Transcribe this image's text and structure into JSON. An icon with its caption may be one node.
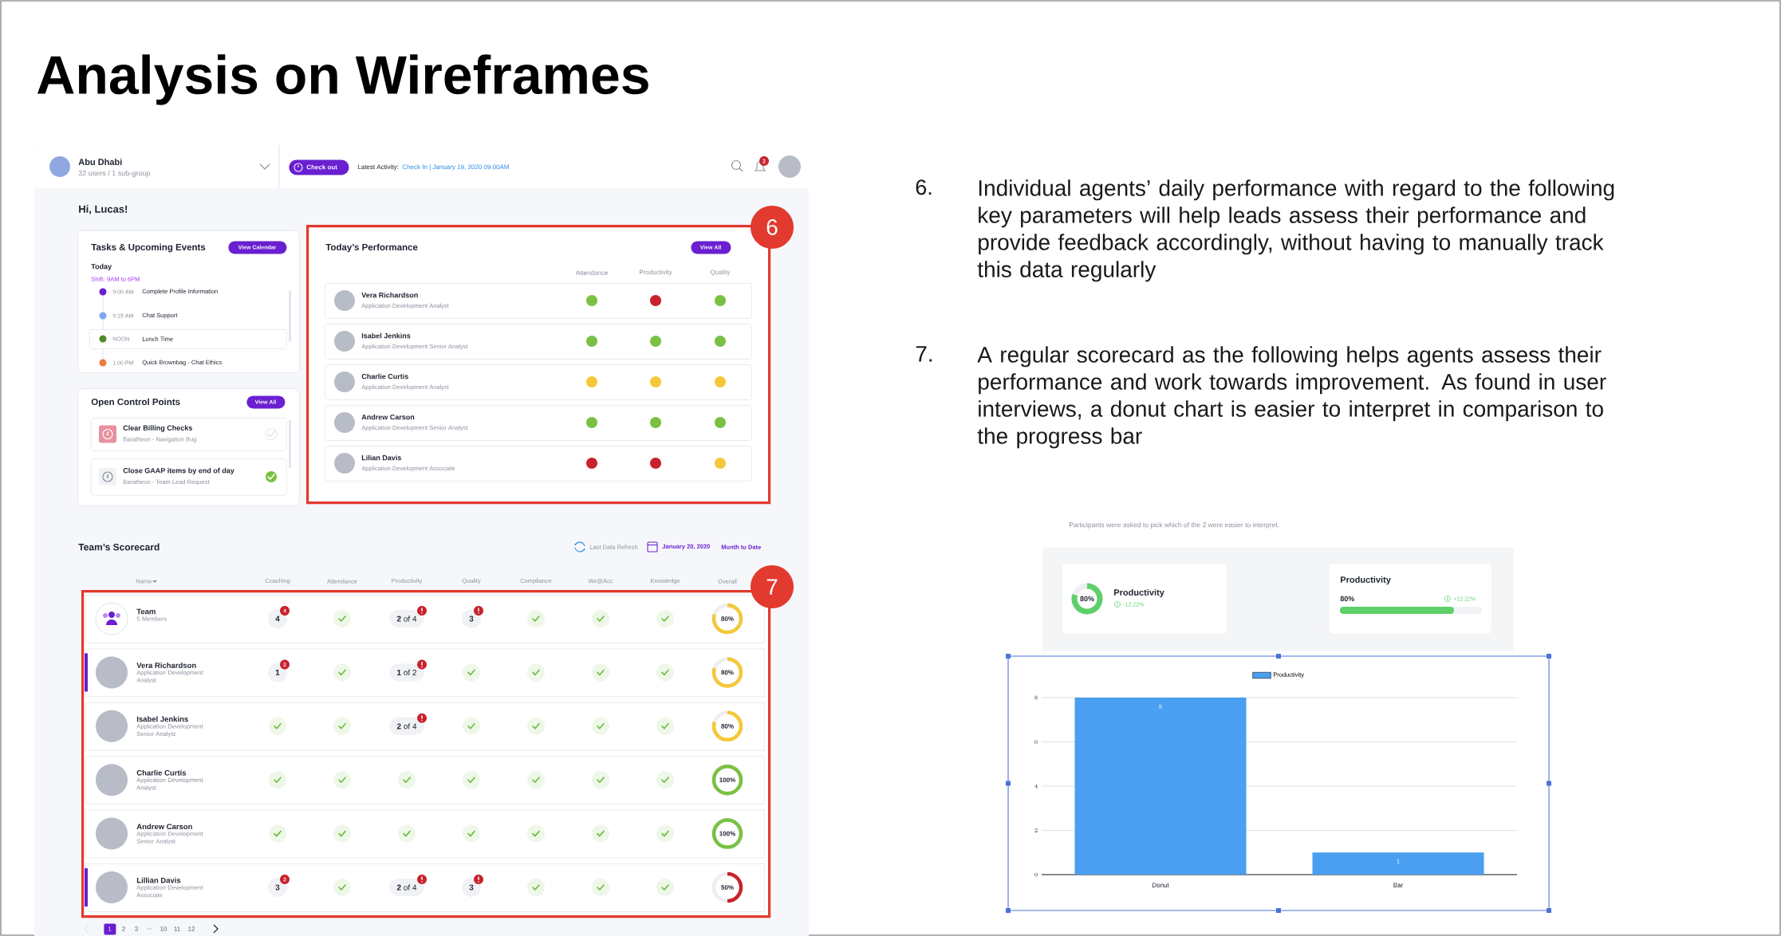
{
  "diagram": {
    "title": "Analysis on Wireframes",
    "nodes": [
      {
        "text": [
          "Abu Dhabi",
          "32 users / 1 sub-group",
          "Latest Activity:",
          "Check In | January 19, 2020 09:00AM"
        ]
      },
      {
        "text": [
          "Check out"
        ],
        "in": 0
      },
      {
        "text": [
          "2"
        ],
        "in": 0
      },
      {
        "text": [
          "Tasks & Upcoming Events",
          "Today",
          "Shift: 9AM to 6PM",
          "9:00 AM",
          "Complete Profile Information",
          "9:15 AM",
          "Chat Support",
          "1:00 PM",
          "Quick Brownbag - Chat Ethics"
        ]
      },
      {
        "text": [
          "View Calendar"
        ],
        "in": 3
      },
      {
        "text": [
          "NOON",
          "Lunch Time"
        ],
        "in": 3
      },
      {
        "text": [
          "Open Control Points"
        ]
      },
      {
        "text": [
          "View All"
        ],
        "in": 6
      },
      {
        "text": [
          "Clear Billing Checks",
          "Baratheon - Navigation Bug"
        ],
        "in": 6
      },
      {
        "text": [
          "Close GAAP items by end of day",
          "Baratheon - Team Lead Request"
        ],
        "in": 6
      },
      {
        "text": [
          "Today’s Performance",
          "Attendance",
          "Productivity",
          "Quality"
        ]
      },
      {
        "text": [
          "View All"
        ],
        "in": 10
      },
      {
        "text": [
          "Vera Richardson",
          "Application Development Analyst"
        ],
        "in": 10
      },
      {
        "text": [
          "Isabel Jenkins",
          "Application Development Senior Analyst"
        ],
        "in": 10
      },
      {
        "text": [
          "Charlie Curtis",
          "Application Development Analyst"
        ],
        "in": 10
      },
      {
        "text": [
          "Andrew Carson",
          "Application Development Senior Analyst"
        ],
        "in": 10
      },
      {
        "text": [
          "Lilian Davis",
          "Application Development Associate"
        ],
        "in": 10
      },
      {
        "text": [
          "6"
        ]
      },
      {
        "text": [],
        "shape": "box"
      },
      {
        "text": [
          "Team",
          "5 Members",
          "4",
          "4",
          "**2** of 4",
          "3",
          "80%"
        ],
        "in": 18
      },
      {
        "text": [
          "Vera Richardson",
          "Application Development Analyst",
          "1",
          "2",
          "**1** of 2",
          "80%"
        ],
        "in": 18
      },
      {
        "text": [
          "Isabel Jenkins",
          "Application Development Senior Analyst",
          "**2** of 4",
          "80%"
        ],
        "in": 18
      },
      {
        "text": [
          "Charlie Curtis",
          "Application Development Analyst",
          "100%"
        ],
        "in": 18
      },
      {
        "text": [
          "Andrew Carson",
          "Application Development Senior Analyst",
          "100%"
        ],
        "in": 18
      },
      {
        "text": [
          "Lillian Davis",
          "Application Development Associate",
          "3",
          "2",
          "**2** of 4",
          "3",
          "50%"
        ],
        "in": 18
      },
      {
        "text": [
          "7"
        ]
      },
      {
        "text": [
          "1"
        ]
      },
      {
        "text": [],
        "shape": "box"
      },
      {
        "text": [
          "80%",
          "Productivity",
          "-12.22%"
        ],
        "in": 27
      },
      {
        "text": [
          "Productivity",
          "80%",
          "+12.22%"
        ],
        "in": 27
      }
    ],
    "labels": [
      "Hi, Lucas!",
      "Team’s Scorecard",
      "Last Data Refresh",
      "January 20, 2020",
      "Month to Date",
      "Name",
      "Coaching",
      "Attendance",
      "Productivity",
      "Quality",
      "Compliance",
      "We@Acc",
      "Knowledge",
      "Overall",
      "2",
      "3",
      "...",
      "10",
      "11",
      "12",
      "6.",
      "Individual agents’ daily performance with regard to the following key parameters will help leads assess their performance and provide feedback accordingly, without having to manually track this data regularly",
      "7.",
      "A regular scorecard as the following helps agents assess their performance and work towards improvement. As found in user interviews, a donut chart is easier to interpret in comparison to the progress bar",
      "Participants were asked to pick which of the 2 were easier to interpret."
    ],
    "chart_data": {
      "type": "bar",
      "categories": [
        "Donut",
        "Bar"
      ],
      "series": [
        {
          "name": "Productivity",
          "color": "#4a9ff0",
          "values": [
            8,
            1
          ]
        }
      ],
      "ylim": [
        0,
        8
      ],
      "yticks": [
        0,
        2,
        4,
        6,
        8
      ],
      "grid": true,
      "data_labels": true
    }
  }
}
